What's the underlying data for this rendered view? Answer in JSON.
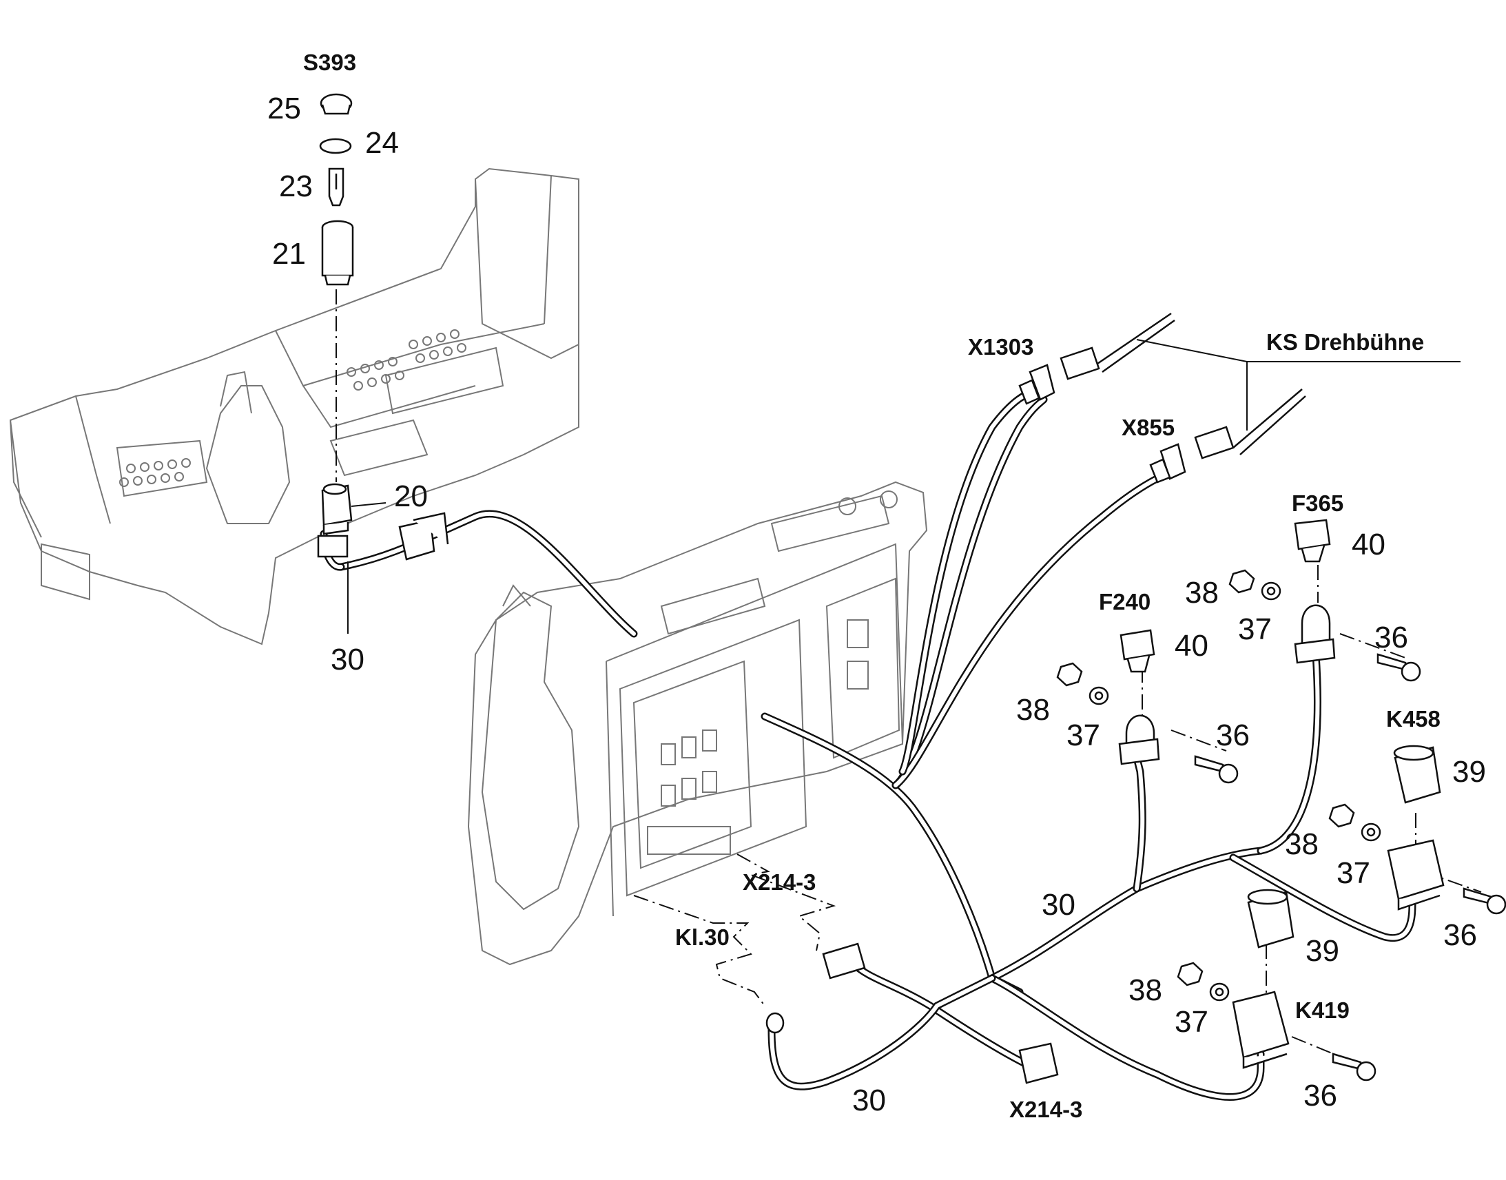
{
  "labels": {
    "s393": "S393",
    "n25": "25",
    "n24": "24",
    "n23": "23",
    "n21": "21",
    "n20": "20",
    "n30_console": "30",
    "x1303": "X1303",
    "ks_drehbuehne": "KS Drehbühne",
    "x855": "X855",
    "f365": "F365",
    "n40_f365": "40",
    "n38_a": "38",
    "n37_a": "37",
    "n36_a": "36",
    "f240": "F240",
    "n40_f240": "40",
    "n38_b": "38",
    "n37_b": "37",
    "n36_b": "36",
    "k458": "K458",
    "n39_k458": "39",
    "n38_c": "38",
    "n37_c": "37",
    "n36_c": "36",
    "n30_main": "30",
    "x214_3_upper": "X214-3",
    "kl30": "Kl.30",
    "n39_k419": "39",
    "n38_d": "38",
    "n37_d": "37",
    "k419": "K419",
    "n36_d": "36",
    "n30_bottom": "30",
    "x214_3_lower": "X214-3"
  }
}
